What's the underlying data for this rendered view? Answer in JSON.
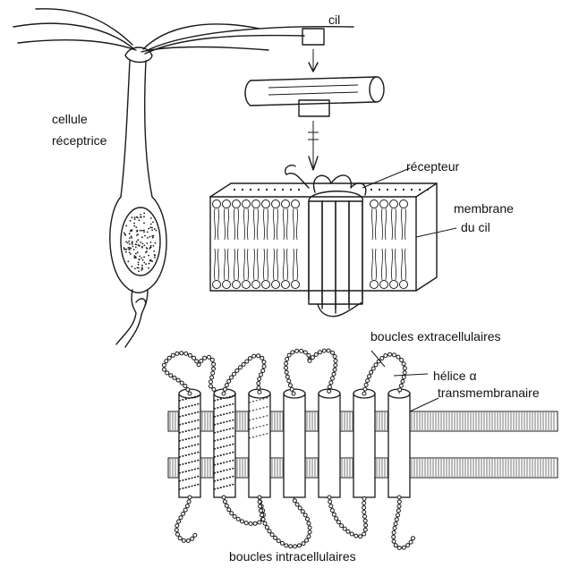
{
  "labels": {
    "cil": "cil",
    "cellule_receptrice_1": "cellule",
    "cellule_receptrice_2": "réceptrice",
    "recepteur": "récepteur",
    "membrane_1": "membrane",
    "membrane_2": "du cil",
    "boucles_extra": "boucles extracellulaires",
    "helice_1": "hélice α",
    "helice_2": "transmembranaire",
    "boucles_intra": "boucles intracellulaires"
  },
  "colors": {
    "ink": "#1a1a1a",
    "background": "#ffffff"
  },
  "helix_count": 7
}
